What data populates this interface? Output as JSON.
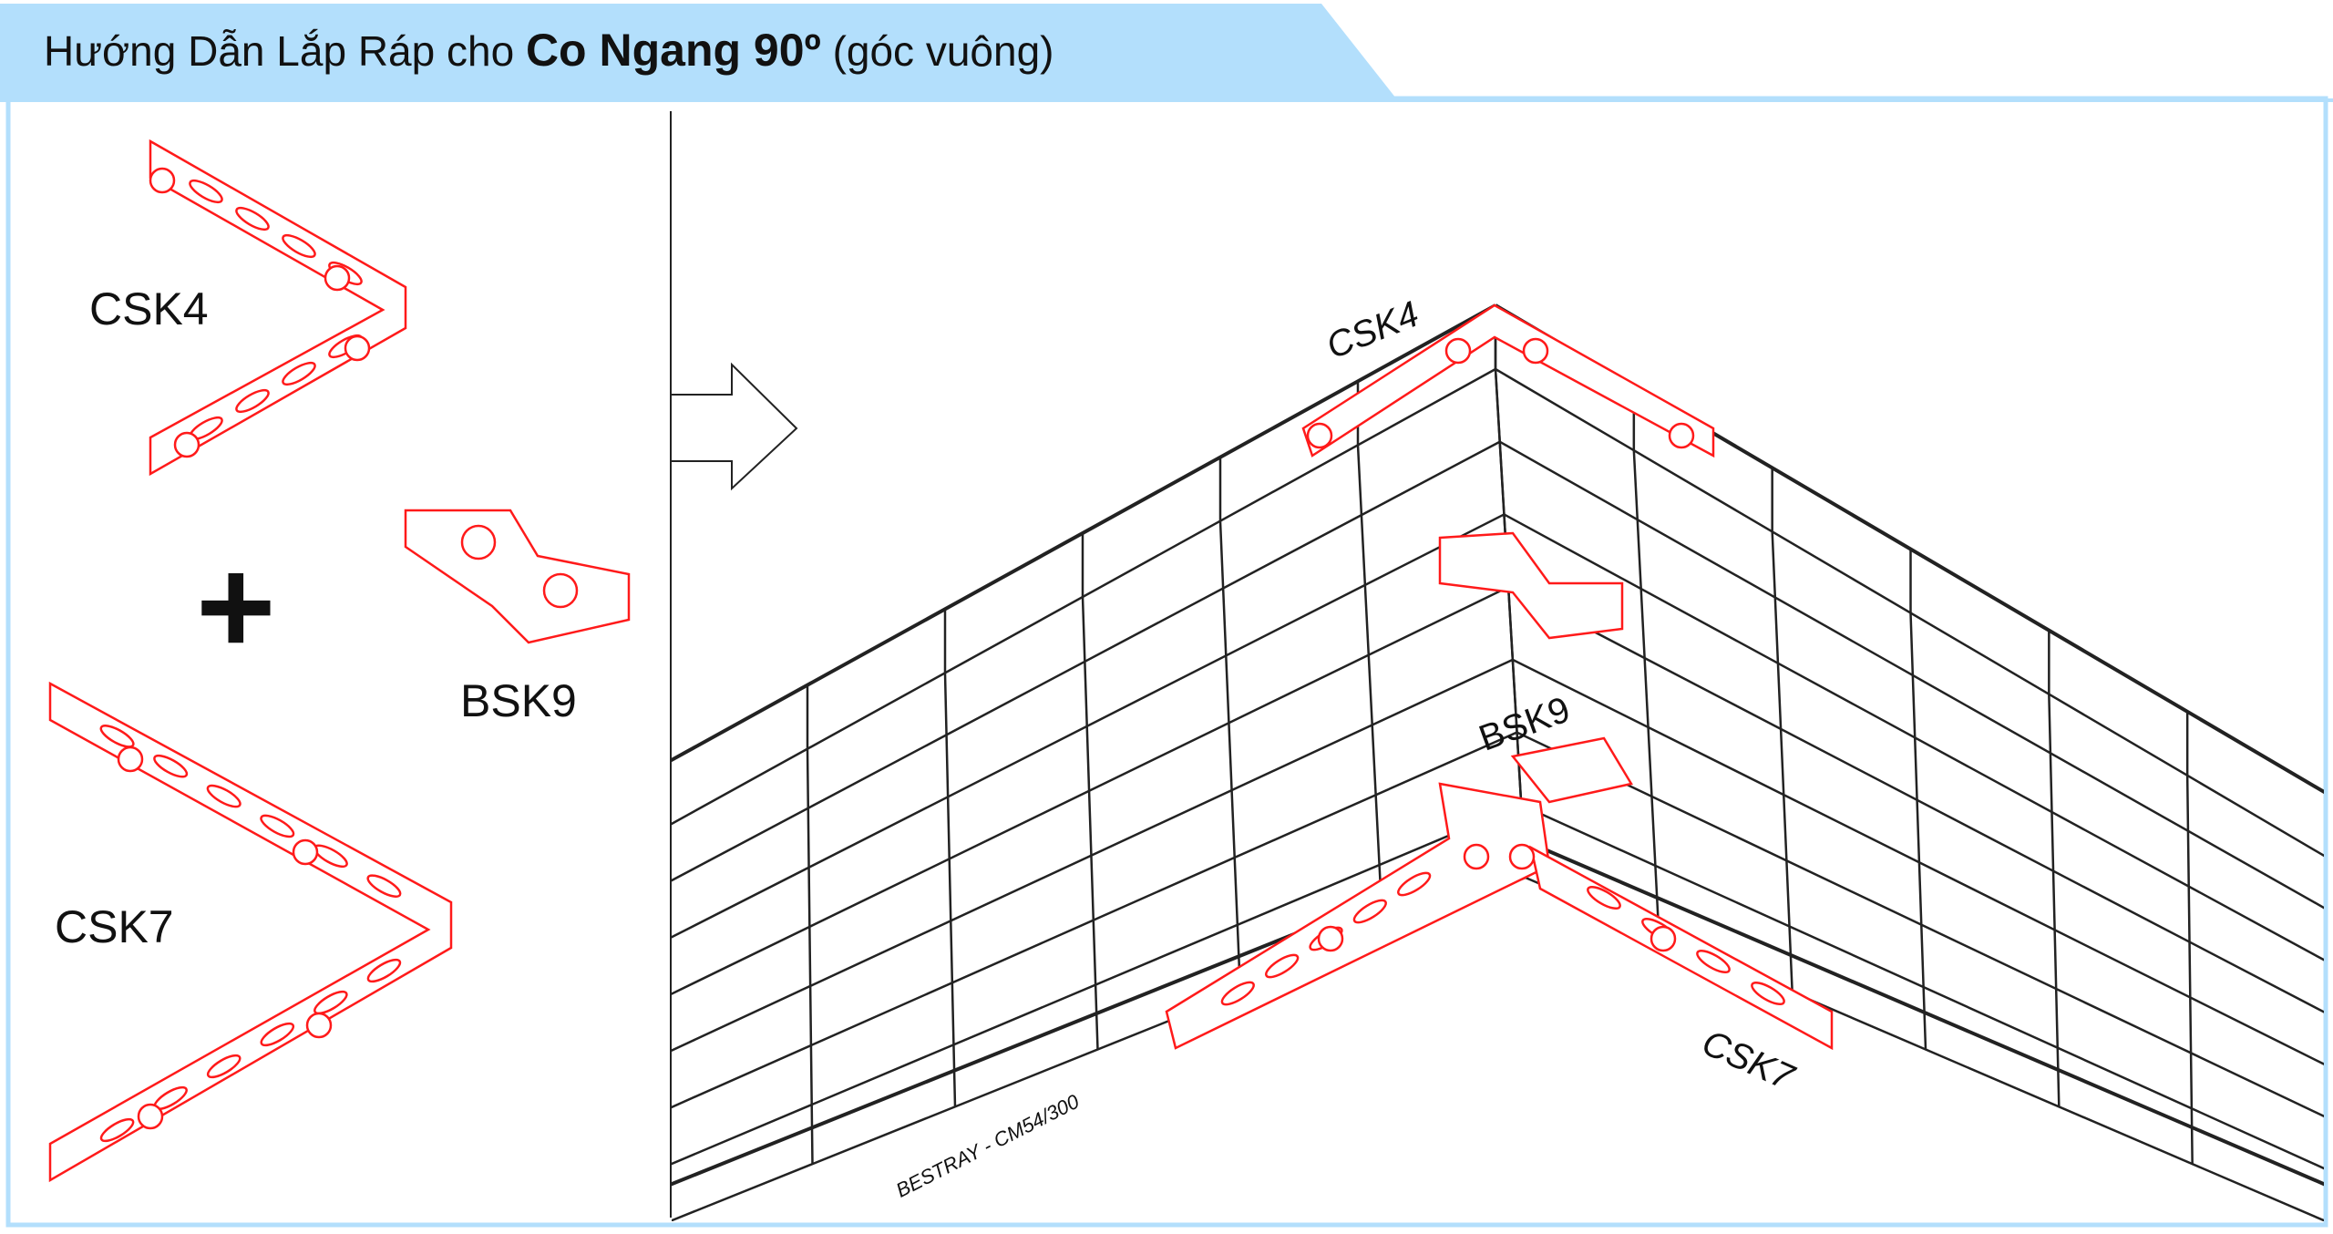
{
  "header": {
    "title_prefix": "Hướng Dẫn Lắp Ráp cho ",
    "title_bold": "Co Ngang 90º",
    "title_suffix": " (góc vuông)"
  },
  "parts": {
    "csk4": "CSK4",
    "plus": "+",
    "bsk9": "BSK9",
    "csk7": "CSK7"
  },
  "assembly": {
    "csk4": "CSK4",
    "bsk9": "BSK9",
    "csk7": "CSK7",
    "tray_label": "BESTRAY - CM54/300"
  },
  "colors": {
    "header_bg": "#b3dffc",
    "frame": "#b3dffc",
    "accessory": "#ff1a1a",
    "wire": "#222222"
  }
}
